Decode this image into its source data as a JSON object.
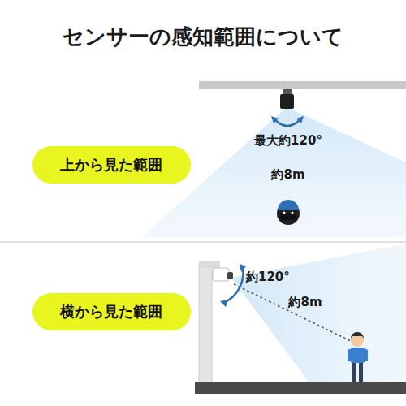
{
  "diagram": {
    "title": "センサーの感知範囲について",
    "nodes": [
      {
        "text": [
          "上から見た範囲"
        ]
      },
      {
        "text": [
          "横から見た範囲"
        ]
      }
    ],
    "labels": [
      "最大約120°",
      "約8m",
      "約120°",
      "約8m"
    ]
  }
}
